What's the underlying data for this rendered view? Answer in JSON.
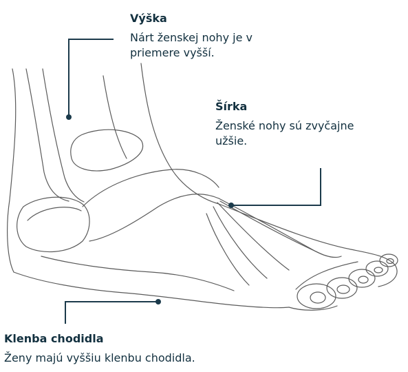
{
  "callouts": {
    "height": {
      "title": "Výška",
      "description_line1": "Nárt ženskej nohy je v",
      "description_line2": "priemere vyšší."
    },
    "width": {
      "title": "Šírka",
      "description_line1": "Ženské nohy sú zvyčajne",
      "description_line2": "užšie."
    },
    "arch": {
      "title": "Klenba chodidla",
      "description": "Ženy majú vyššiu klenbu chodidla."
    }
  },
  "colors": {
    "text": "#12303f",
    "callout_line": "#1b3a4b",
    "outline": "#5a5a5a"
  }
}
